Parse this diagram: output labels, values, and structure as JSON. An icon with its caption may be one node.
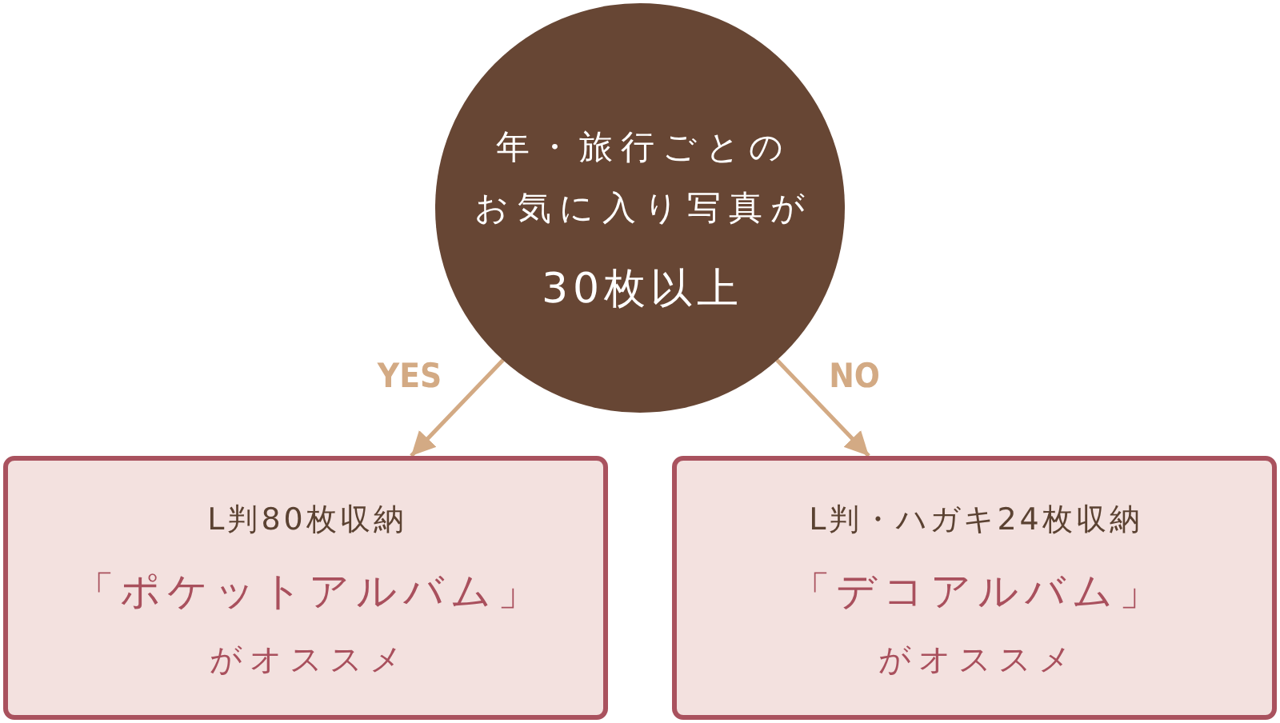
{
  "diagram": {
    "nodes": [
      {
        "text": [
          "年・旅行ごとのお気に入り写真が",
          "30枚以上"
        ]
      },
      {
        "text": [
          "L判80枚収納",
          "「ポケットアルバム」",
          "がオススメ"
        ]
      },
      {
        "text": [
          "L判・ハガキ24枚収納",
          "「デコアルバム」",
          "がオススメ"
        ]
      }
    ],
    "edges": [
      {
        "from": 0,
        "to": 1,
        "arrow": "to",
        "label": "YES"
      },
      {
        "from": 0,
        "to": 2,
        "arrow": "to",
        "label": "NO"
      }
    ]
  }
}
